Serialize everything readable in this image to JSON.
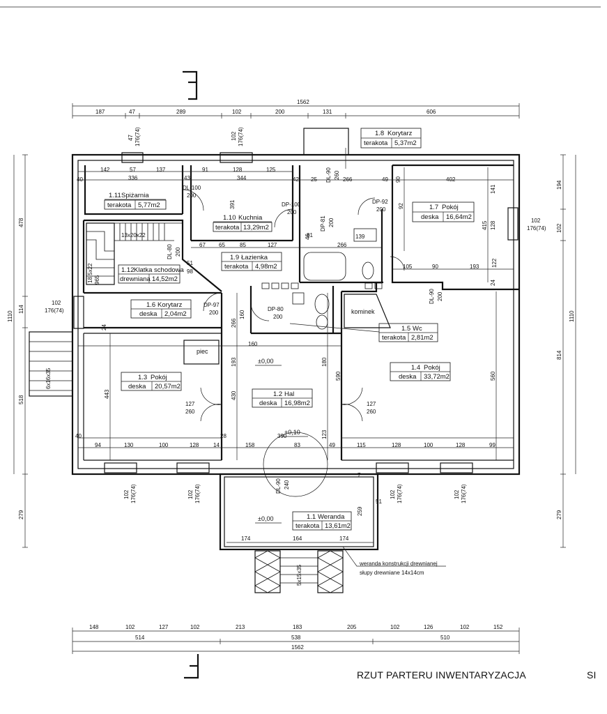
{
  "title": "RZUT PARTERU INWENTARYZACJA",
  "title_suffix": "SI",
  "dimensions_top": {
    "total": "1562",
    "segments": [
      "187",
      "47",
      "289",
      "102",
      "200",
      "131",
      "606"
    ]
  },
  "dimensions_bottom": {
    "segments": [
      "148",
      "102",
      "127",
      "102",
      "213",
      "183",
      "205",
      "102",
      "126",
      "102",
      "152"
    ],
    "groups": [
      "514",
      "538",
      "510"
    ],
    "total": "1562"
  },
  "dimensions_left": [
    "478",
    "114",
    "518",
    "279",
    "1110"
  ],
  "dimensions_right": [
    "194",
    "102",
    "1110",
    "814",
    "279"
  ],
  "interior_dims": {
    "row1": [
      "142",
      "57",
      "137",
      "91",
      "128",
      "125"
    ],
    "row2": [
      "40",
      "336",
      "43",
      "344",
      "42",
      "25",
      "266",
      "49",
      "90",
      "402"
    ],
    "row3": [
      "67",
      "65",
      "85",
      "127",
      "266",
      "105",
      "90",
      "193",
      "122"
    ],
    "row4": [
      "40",
      "94",
      "130",
      "100",
      "128",
      "14",
      "28",
      "158",
      "390",
      "83",
      "123",
      "49",
      "115",
      "128",
      "100",
      "128",
      "99"
    ],
    "verticals": [
      "391",
      "415",
      "128",
      "141",
      "92",
      "443",
      "430",
      "193",
      "180",
      "560",
      "590",
      "24",
      "24",
      "160",
      "266",
      "81",
      "46",
      "139",
      "98",
      "51"
    ],
    "porch": [
      "174",
      "164",
      "174",
      "259",
      "51",
      "7"
    ]
  },
  "rooms": [
    {
      "id": "1.1",
      "name": "Weranda",
      "finish": "terakota",
      "area": "13,61m2"
    },
    {
      "id": "1.2",
      "name": "Hal",
      "finish": "deska",
      "area": "16,98m2"
    },
    {
      "id": "1.3",
      "name": "Pokój",
      "finish": "deska",
      "area": "20,57m2"
    },
    {
      "id": "1.4",
      "name": "Pokój",
      "finish": "deska",
      "area": "33,72m2"
    },
    {
      "id": "1.5",
      "name": "Wc",
      "finish": "terakota",
      "area": "2,81m2"
    },
    {
      "id": "1.6",
      "name": "Korytarz",
      "finish": "deska",
      "area": "2,04m2"
    },
    {
      "id": "1.7",
      "name": "Pokój",
      "finish": "deska",
      "area": "16,64m2"
    },
    {
      "id": "1.8",
      "name": "Korytarz",
      "finish": "terakota",
      "area": "5,37m2"
    },
    {
      "id": "1.9",
      "name": "Łazienka",
      "finish": "terakota",
      "area": "4,98m2"
    },
    {
      "id": "1.10",
      "name": "Kuchnia",
      "finish": "terakota",
      "area": "13,29m2"
    },
    {
      "id": "1.11",
      "name": "Spiżarnia",
      "finish": "terakota",
      "area": "5,77m2"
    },
    {
      "id": "1.12",
      "name": "Klatka schodowa",
      "finish": "drewniana",
      "area": "14,52m2"
    }
  ],
  "doors": [
    {
      "code": "DL-100",
      "height": "200"
    },
    {
      "code": "DP-100",
      "height": "200"
    },
    {
      "code": "DP-92",
      "height": "200"
    },
    {
      "code": "DL-90",
      "height": "260"
    },
    {
      "code": "DP-81",
      "height": "200"
    },
    {
      "code": "DL-80",
      "height": "200"
    },
    {
      "code": "DP-97",
      "height": "200"
    },
    {
      "code": "DP-80",
      "height": "200"
    },
    {
      "code": "DL-90",
      "height": "200"
    },
    {
      "code": "DL-90",
      "height": "240"
    },
    {
      "code": "127",
      "height": "260"
    },
    {
      "code": "127",
      "height": "260"
    }
  ],
  "windows": [
    {
      "w": "47",
      "h": "176(74)"
    },
    {
      "w": "102",
      "h": "176(74)"
    },
    {
      "w": "102",
      "h": "176(74)"
    },
    {
      "w": "102",
      "h": "176(74)"
    },
    {
      "w": "102",
      "h": "176(74)"
    },
    {
      "w": "102",
      "h": "176(74)"
    },
    {
      "w": "102",
      "h": "176(74)"
    },
    {
      "w": "102",
      "h": "176(74)"
    }
  ],
  "levels": [
    "±0,00",
    "+0,10",
    "±0,00"
  ],
  "labels": {
    "piec": "piec",
    "kominek": "kominek",
    "stairs_main": "13x20x22",
    "stairs_side": "18,5x22",
    "stairs_ext": "6x16x35",
    "stairs_porch": "5x15x35",
    "dim_965": "965",
    "veranda_note_1": "weranda konstrukcji drewnianej",
    "veranda_note_2": "słupy drewniane 14x14cm"
  }
}
